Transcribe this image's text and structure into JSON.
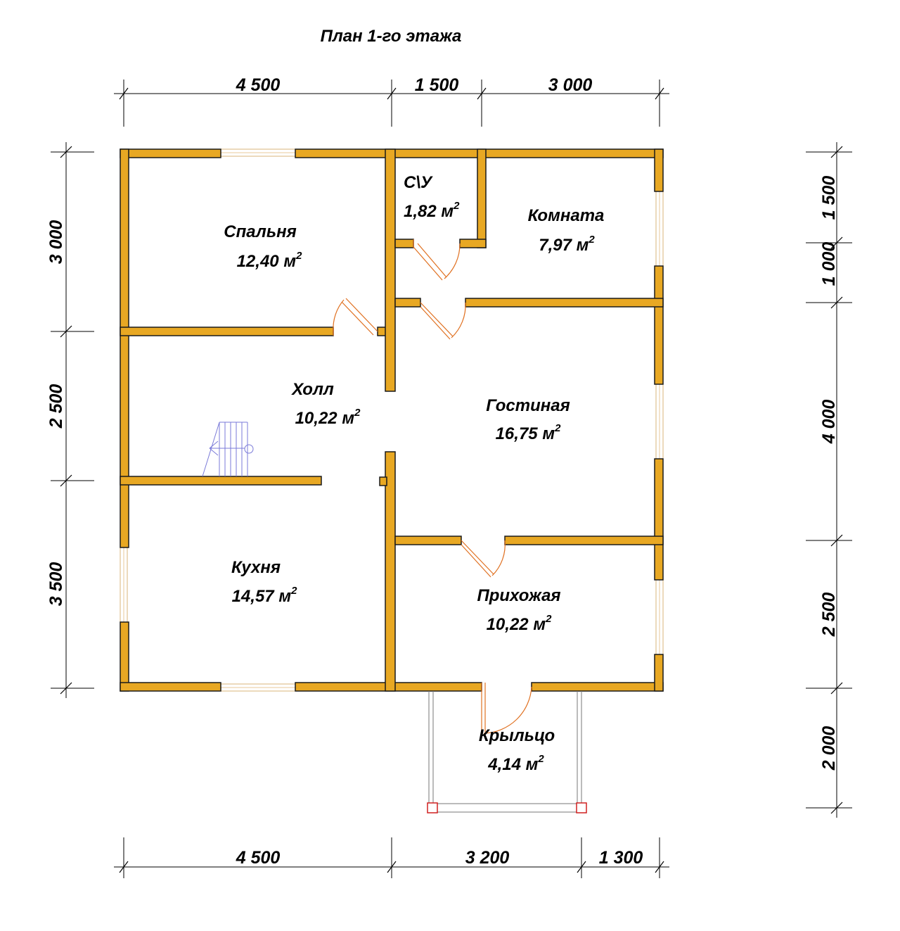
{
  "title": "План 1-го этажа",
  "dimensions": {
    "top": [
      "4 500",
      "1 500",
      "3 000"
    ],
    "bottom": [
      "4 500",
      "3 200",
      "1 300"
    ],
    "left": [
      "3 000",
      "2 500",
      "3 500"
    ],
    "right": [
      "1 500",
      "1 000",
      "4 000",
      "2 500",
      "2 000"
    ]
  },
  "area_unit": "м",
  "area_unit_power": "2",
  "rooms": [
    {
      "name": "Спальня",
      "area": "12,40"
    },
    {
      "name": "С\\У",
      "area": "1,82"
    },
    {
      "name": "Комната",
      "area": "7,97"
    },
    {
      "name": "Холл",
      "area": "10,22"
    },
    {
      "name": "Гостиная",
      "area": "16,75"
    },
    {
      "name": "Кухня",
      "area": "14,57"
    },
    {
      "name": "Прихожая",
      "area": "10,22"
    },
    {
      "name": "Крыльцо",
      "area": "4,14"
    }
  ],
  "colors": {
    "wall": "#e8a823",
    "door": "#e07020",
    "stair": "#7a7ad8",
    "post": "#d02020"
  }
}
